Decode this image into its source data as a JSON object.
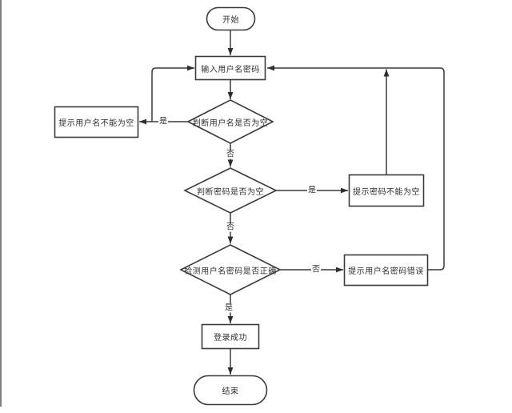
{
  "diagram": {
    "type": "flowchart",
    "topic": "login-validation-flow",
    "nodes": {
      "start": {
        "label": "开始",
        "shape": "terminator"
      },
      "input": {
        "label": "输入用户名密码",
        "shape": "process"
      },
      "check_username": {
        "label": "判断用户名是否为空",
        "shape": "decision"
      },
      "prompt_username": {
        "label": "提示用户名不能为空",
        "shape": "process"
      },
      "check_password": {
        "label": "判断密码是否为空",
        "shape": "decision"
      },
      "prompt_password": {
        "label": "提示密码不能为空",
        "shape": "process"
      },
      "check_correct": {
        "label": "检测用户名密码是否正确",
        "shape": "decision"
      },
      "prompt_error": {
        "label": "提示用户名密码错误",
        "shape": "process"
      },
      "success": {
        "label": "登录成功",
        "shape": "process"
      },
      "end": {
        "label": "结束",
        "shape": "terminator"
      }
    },
    "edges": {
      "check_username_yes": {
        "label": "是",
        "from": "check_username",
        "to": "prompt_username"
      },
      "check_username_no": {
        "label": "否",
        "from": "check_username",
        "to": "check_password"
      },
      "check_password_yes": {
        "label": "是",
        "from": "check_password",
        "to": "prompt_password"
      },
      "check_password_no": {
        "label": "否",
        "from": "check_password",
        "to": "check_correct"
      },
      "check_correct_no": {
        "label": "否",
        "from": "check_correct",
        "to": "prompt_error"
      },
      "check_correct_yes": {
        "label": "是",
        "from": "check_correct",
        "to": "success"
      }
    },
    "colors": {
      "stroke": "#3a3a3a",
      "text": "#2e2e2e",
      "node_fill": "#ffffff",
      "canvas_background": "#ffffff",
      "left_border": "#7f7f7f"
    }
  }
}
